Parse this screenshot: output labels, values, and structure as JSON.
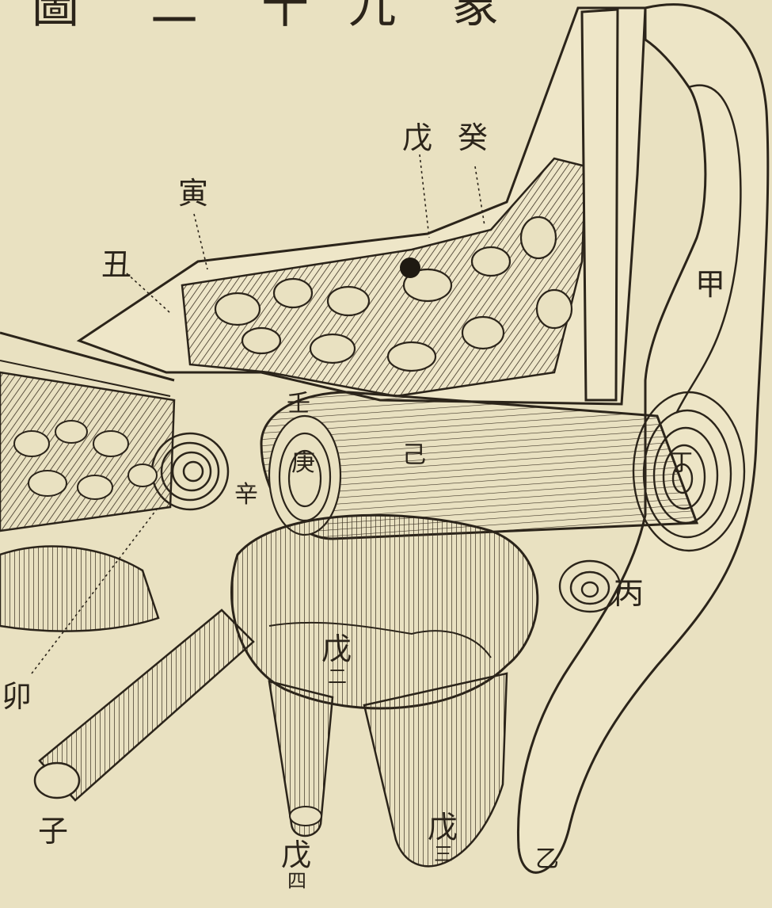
{
  "figure": {
    "title_fragments": [
      "圖",
      "二",
      "十",
      "九",
      "象"
    ],
    "labels": {
      "jia": "甲",
      "yi": "乙",
      "bing": "丙",
      "ding": "丁",
      "wu": "戊",
      "wu2_base": "戊",
      "wu2_sub": "二",
      "wu3_base": "戊",
      "wu3_sub": "三",
      "wu4_base": "戊",
      "wu4_sub": "四",
      "ji": "己",
      "geng": "庚",
      "xin": "辛",
      "ren": "壬",
      "gui": "癸",
      "zi": "子",
      "chou": "丑",
      "yin": "寅",
      "mao": "卯"
    }
  }
}
